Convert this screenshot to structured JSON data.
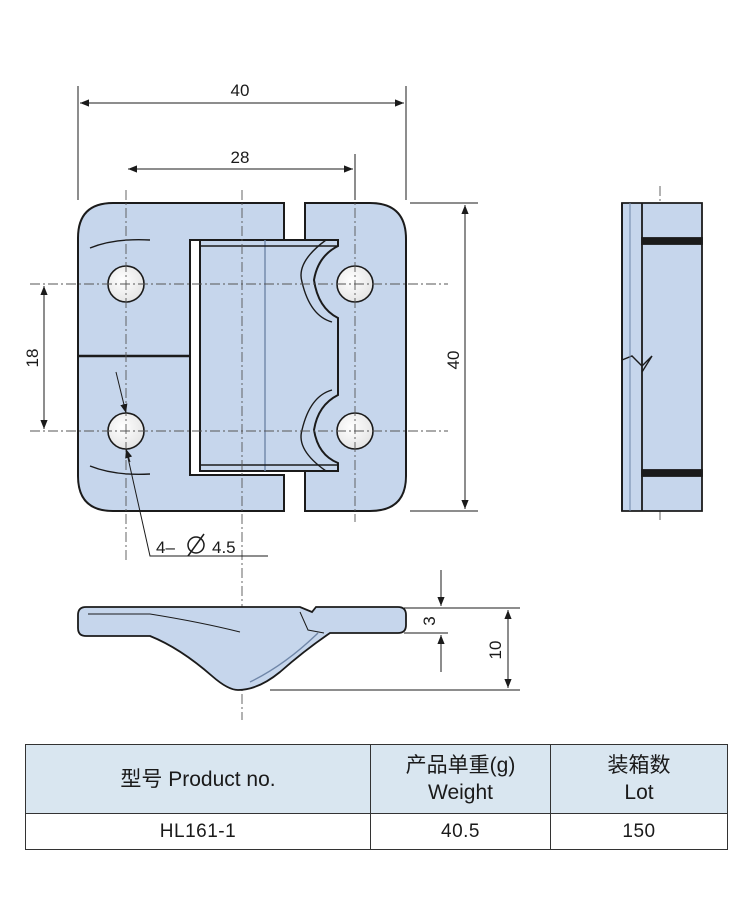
{
  "dimensions": {
    "overall_width": "40",
    "hole_spacing_width": "28",
    "hole_spacing_height": "18",
    "overall_height": "40",
    "hole_callout": "4–",
    "hole_diameter": "4.5",
    "plate_thickness": "3",
    "total_depth": "10"
  },
  "colors": {
    "part_fill": "#c6d6ec",
    "part_fill_dark": "#a9bedb",
    "outline": "#1b1b1b",
    "centerline": "#555555",
    "table_header": "#d9e6f0"
  },
  "icons": {
    "diameter_symbol": "diameter-icon"
  },
  "table": {
    "headers": {
      "product": "型号 Product no.",
      "weight_cn": "产品单重(g)",
      "weight_en": "Weight",
      "lot_cn": "装箱数",
      "lot_en": "Lot"
    },
    "row": {
      "product_no": "HL161-1",
      "weight": "40.5",
      "lot": "150"
    }
  }
}
